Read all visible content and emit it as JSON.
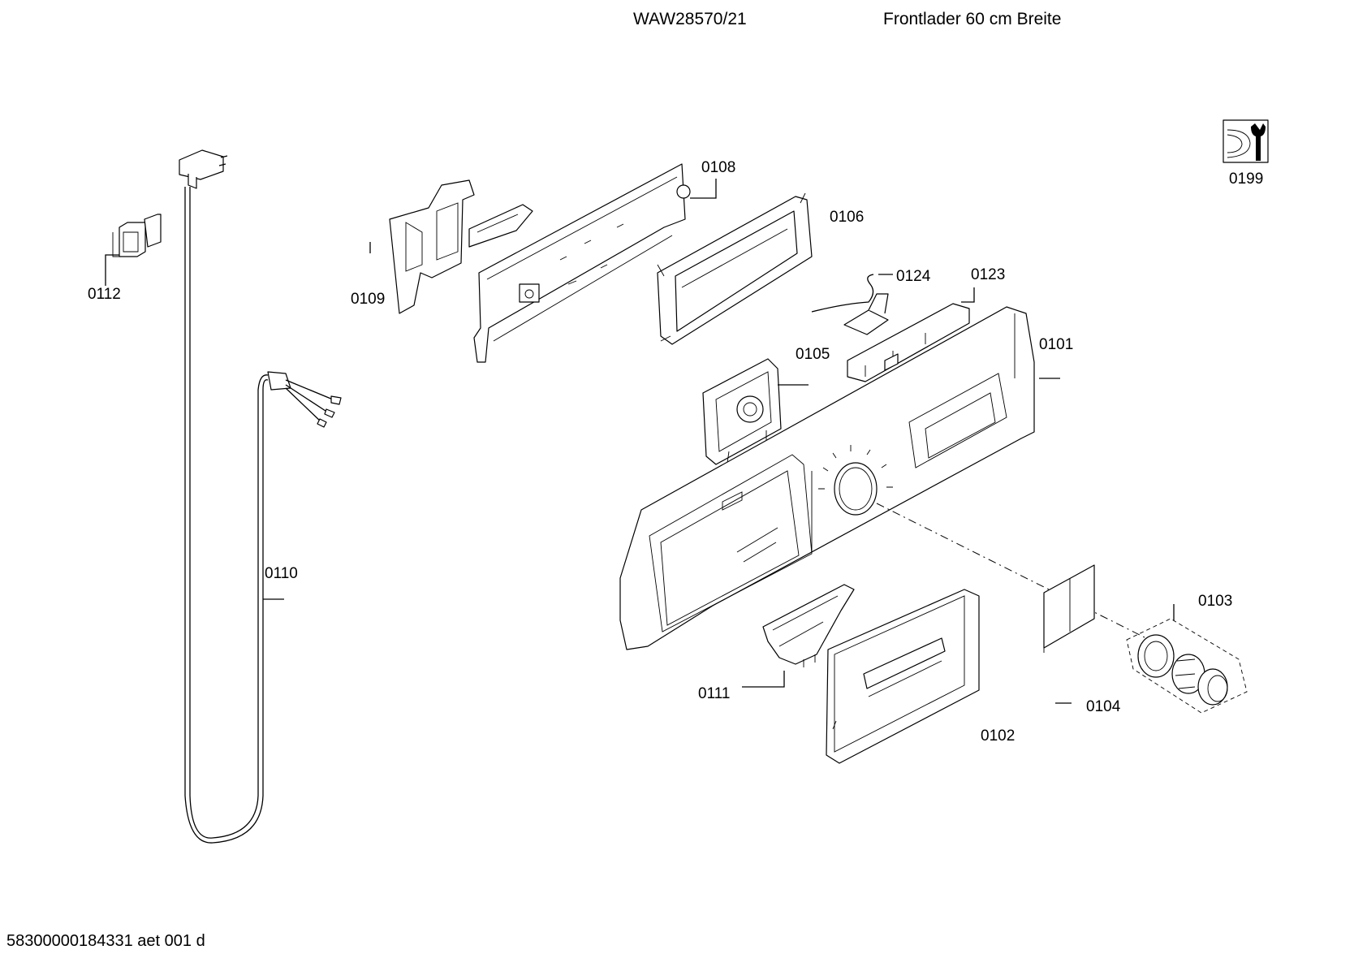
{
  "header": {
    "model": "WAW28570/21",
    "description": "Frontlader 60 cm Breite"
  },
  "footer": {
    "document_id": "58300000184331 aet 001 d"
  },
  "parts": {
    "p0101": "0101",
    "p0102": "0102",
    "p0103": "0103",
    "p0104": "0104",
    "p0105": "0105",
    "p0106": "0106",
    "p0108": "0108",
    "p0109": "0109",
    "p0110": "0110",
    "p0111": "0111",
    "p0112": "0112",
    "p0123": "0123",
    "p0124": "0124",
    "p0199": "0199"
  },
  "icons": {
    "service": "wrench-tools-icon"
  }
}
